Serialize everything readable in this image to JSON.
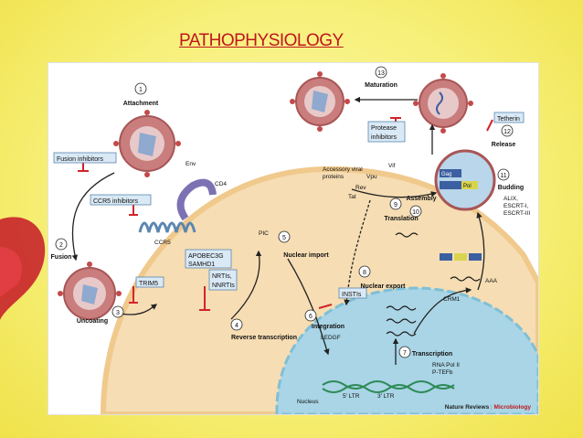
{
  "slide": {
    "title": "PATHOPHYSIOLOGY"
  },
  "credit": {
    "journal": "Nature Reviews",
    "separator": "|",
    "section": "Microbiology"
  },
  "steps": [
    {
      "n": "1",
      "label": "Attachment"
    },
    {
      "n": "2",
      "label": "Fusion"
    },
    {
      "n": "3",
      "label": "Uncoating"
    },
    {
      "n": "4",
      "label": "Reverse transcription"
    },
    {
      "n": "5",
      "label": "Nuclear import"
    },
    {
      "n": "6",
      "label": "Integration"
    },
    {
      "n": "7",
      "label": "Transcription"
    },
    {
      "n": "8",
      "label": "Nuclear export"
    },
    {
      "n": "9",
      "label": "Translation"
    },
    {
      "n": "10",
      "label": "Assembly"
    },
    {
      "n": "11",
      "label": "Budding"
    },
    {
      "n": "12",
      "label": "Release"
    },
    {
      "n": "13",
      "label": "Maturation"
    }
  ],
  "inhibitors": {
    "fusion": "Fusion inhibitors",
    "ccr5": "CCR5 inhibitors",
    "trim5": "TRIM5",
    "apobec": [
      "APOBEC3G",
      "SAMHD1"
    ],
    "rt": [
      "NRTIs,",
      "NNRTIs"
    ],
    "insti": "INSTIs",
    "protease": [
      "Protease",
      "inhibitors"
    ],
    "tetherin": "Tetherin"
  },
  "labels": {
    "env": "Env",
    "cd4": "CD4",
    "ccr5": "CCR5",
    "pic": "PIC",
    "accessory": [
      "Accessory viral",
      "proteins"
    ],
    "vpu": "Vpu",
    "vif": "Vif",
    "rev": "Rev",
    "tat": "Tat",
    "ledgf": "LEDGF",
    "crm1": "CRM1",
    "aaa": "AAA",
    "rna_pol": [
      "RNA Pol II",
      "P-TEFb"
    ],
    "ltr5": "5′ LTR",
    "ltr3": "3′ LTR",
    "nucleus": "Nucleus",
    "escrt": [
      "ALIX,",
      "ESCRT-I,",
      "ESCRT-III"
    ],
    "gag": "Gag",
    "pol": "Pol"
  },
  "colors": {
    "title": "#c0161d",
    "cell": "#f6ddb3",
    "cell_edge": "#f0c98c",
    "nucleus": "#a9d5e6",
    "virus": "#c97d7d",
    "spike": "#c34a4a",
    "inhibitor_box": "#d9e9f5",
    "inhibitor_edge": "#5b86b0",
    "block": "#d2232a"
  }
}
